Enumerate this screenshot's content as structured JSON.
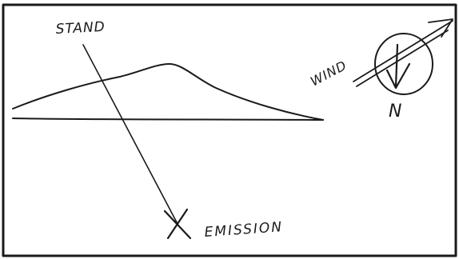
{
  "labels": {
    "stand": "STAND",
    "wind": "WIND",
    "north": "N",
    "emission": "EMISSION"
  },
  "colors": {
    "ink": "#1a1a1a",
    "paper": "#ffffff"
  }
}
